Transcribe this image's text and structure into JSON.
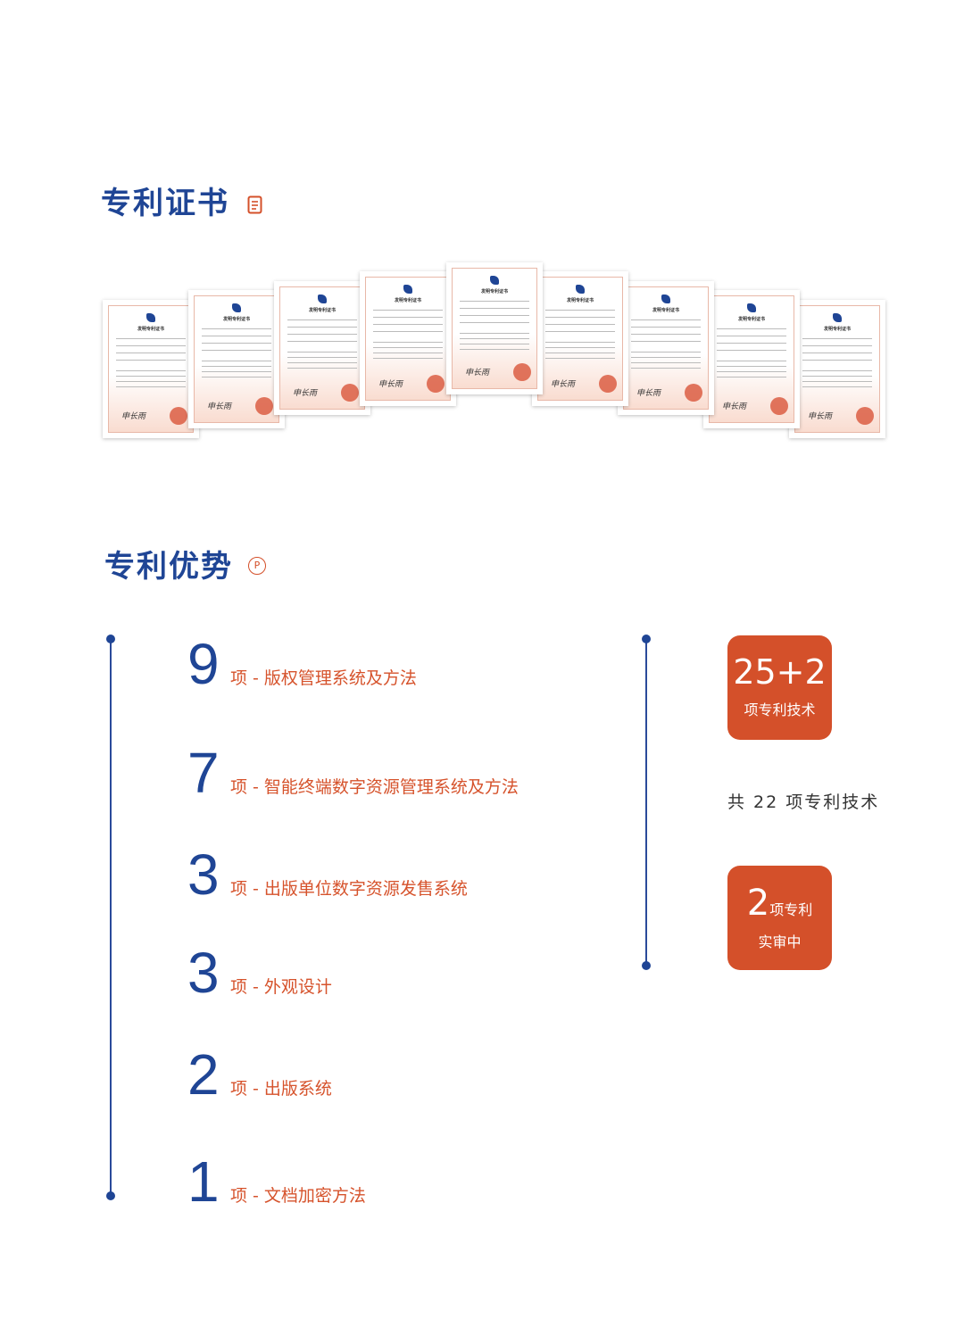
{
  "section1": {
    "title": "专利证书",
    "icon": "document-icon"
  },
  "certificates": {
    "heading": "发明专利证书",
    "signature": "申长雨",
    "count": 9
  },
  "section2": {
    "title": "专利优势",
    "icon": "patent-p-icon",
    "icon_text": "P"
  },
  "patents": [
    {
      "count": "9",
      "label": "项 - 版权管理系统及方法"
    },
    {
      "count": "7",
      "label": "项 - 智能终端数字资源管理系统及方法"
    },
    {
      "count": "3",
      "label": "项 - 出版单位数字资源发售系统"
    },
    {
      "count": "3",
      "label": "项 - 外观设计"
    },
    {
      "count": "2",
      "label": "项 - 出版系统"
    },
    {
      "count": "1",
      "label": "项 - 文档加密方法"
    }
  ],
  "summary": {
    "box1": {
      "value": "25+2",
      "label": "项专利技术"
    },
    "total": "共 22 项专利技术",
    "box2": {
      "value": "2",
      "unit": "项专利",
      "label": "实审中"
    }
  },
  "colors": {
    "blue": "#1f4595",
    "orange": "#d4502a"
  }
}
